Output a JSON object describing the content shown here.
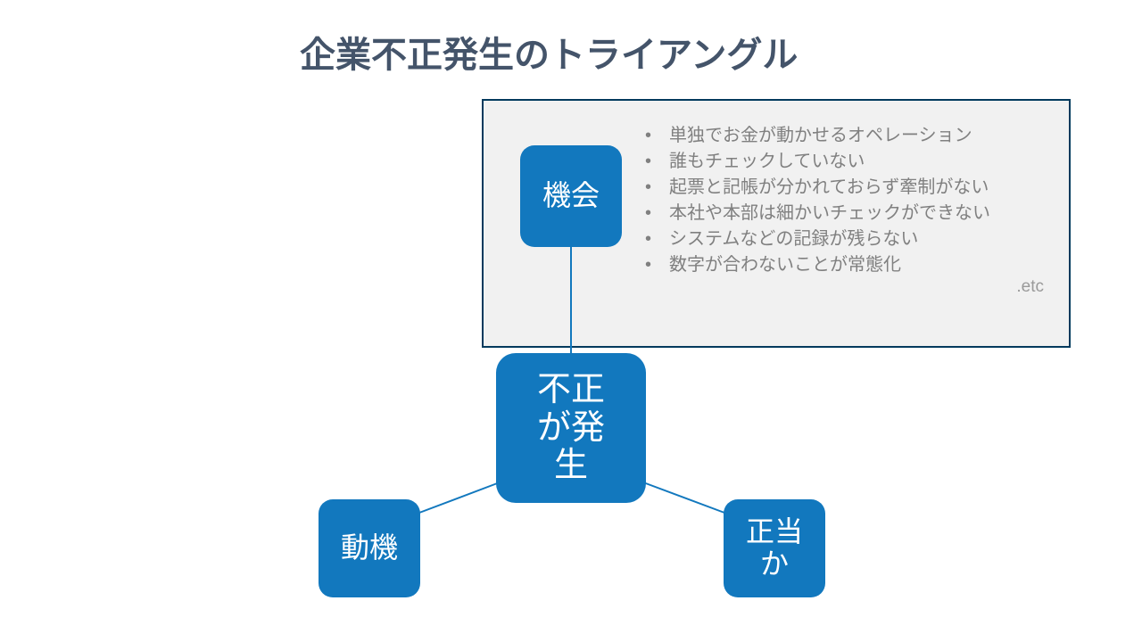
{
  "slide": {
    "title": "企業不正発生のトライアングル",
    "title_color": "#44546A",
    "background_color": "#FFFFFF"
  },
  "theme": {
    "node_fill": "#1278BE",
    "node_text": "#FFFFFF",
    "panel_fill": "#F1F1F1",
    "panel_border": "#003A5D",
    "bullet_text": "#808080",
    "connector_color": "#1278BE",
    "etc_text": "#9A9A9A"
  },
  "detail_panel": {
    "bullet_marker": "•",
    "bullets": [
      "単独でお金が動かせるオペレーション",
      "誰もチェックしていない",
      "起票と記帳が分かれておらず牽制がない",
      "本社や本部は細かいチェックができない",
      "システムなどの記録が残らない",
      "数字が合わないことが常態化"
    ],
    "etc_note": ".etc"
  },
  "nodes": {
    "opportunity": {
      "label": "機会"
    },
    "center": {
      "label": "不正が発生"
    },
    "motive": {
      "label": "動機"
    },
    "rationalization": {
      "label": "正当か"
    }
  }
}
